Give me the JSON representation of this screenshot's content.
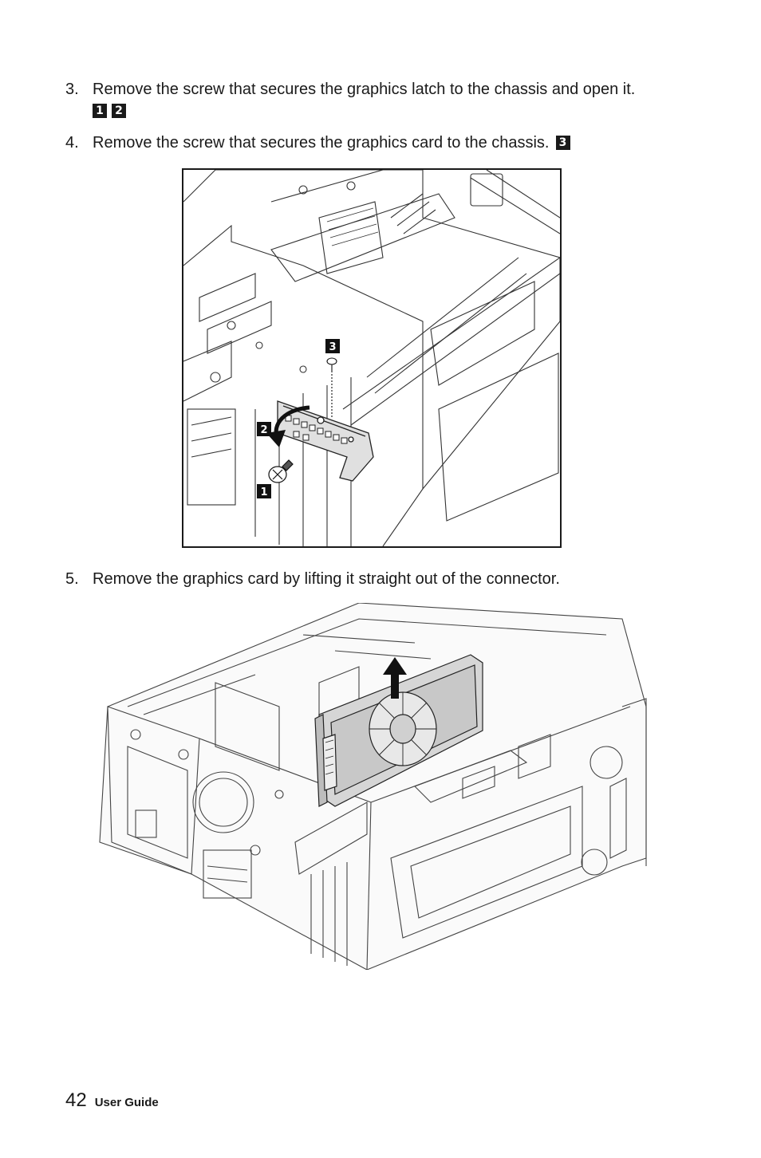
{
  "steps": [
    {
      "number": "3.",
      "text": "Remove the screw that secures the graphics latch to the chassis and open it.",
      "badges": [
        "1",
        "2"
      ]
    },
    {
      "number": "4.",
      "text": "Remove the screw that secures the graphics card to the chassis.",
      "badges": [
        "3"
      ]
    },
    {
      "number": "5.",
      "text": "Remove the graphics card by lifting it straight out of the connector.",
      "badges": []
    }
  ],
  "figure1": {
    "callouts": [
      "1",
      "2",
      "3"
    ]
  },
  "footer": {
    "page_number": "42",
    "label": "User Guide"
  }
}
